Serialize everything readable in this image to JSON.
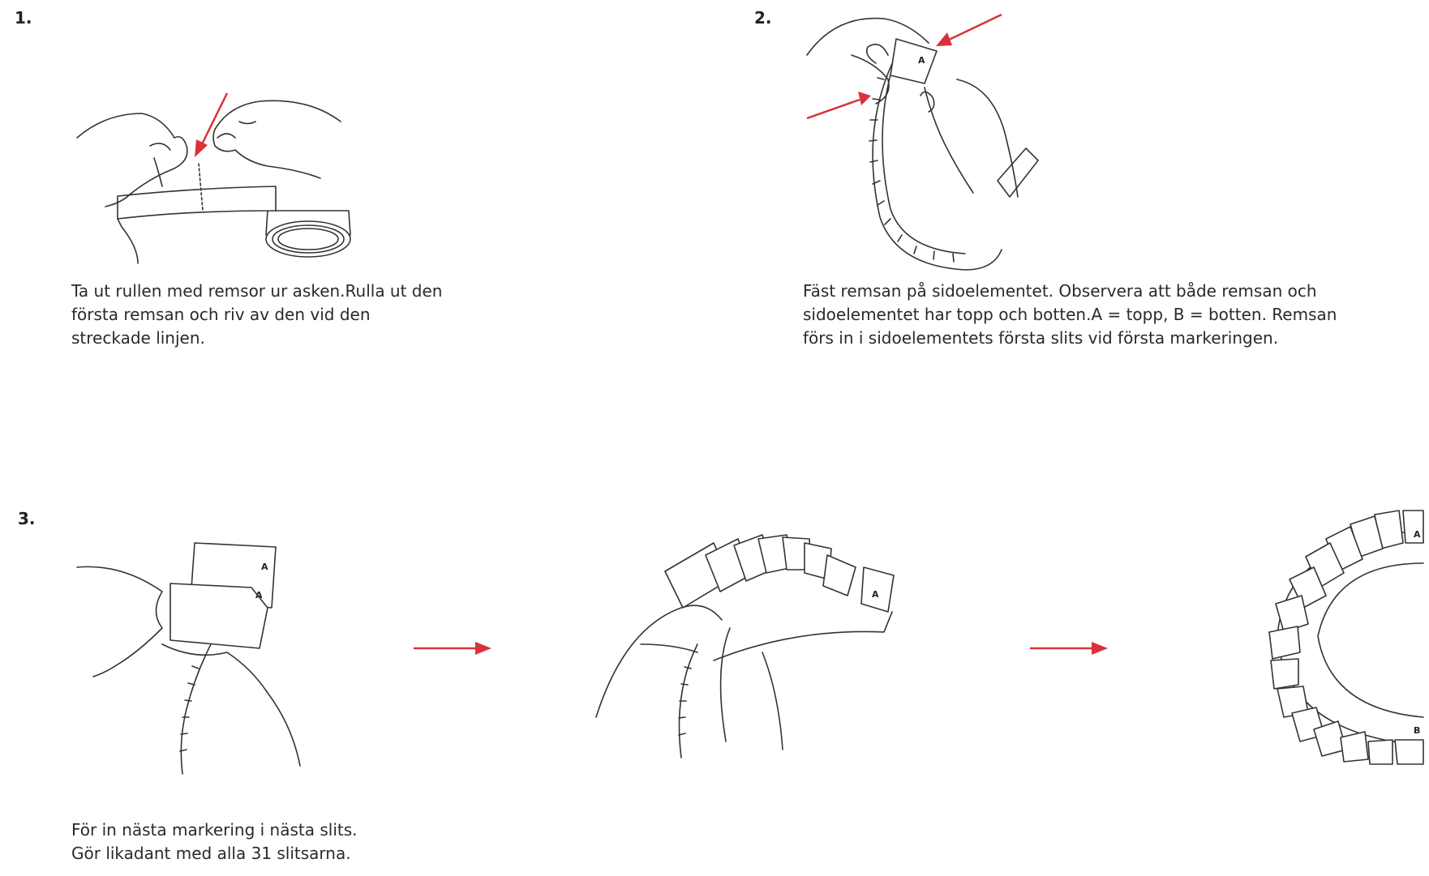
{
  "steps": [
    {
      "number": "1.",
      "caption": "Ta ut rullen med remsor ur asken.Rulla ut den första remsan och riv av den vid den streckade linjen."
    },
    {
      "number": "2.",
      "caption": "Fäst remsan på sidoelementet. Observera att både remsan och sidoelementet har topp och botten.A = topp, B = botten. Remsan förs in i sidoelementets första slits vid första markeringen."
    },
    {
      "number": "3.",
      "caption_line1": "För in nästa markering i nästa slits.",
      "caption_line2": "Gör likadant med alla 31 slitsarna."
    }
  ],
  "strip_labels": {
    "top": "A",
    "bottom": "B"
  },
  "colors": {
    "arrow": "#d9323a",
    "line": "#333333",
    "text": "#2a2a2a"
  },
  "icons": [
    "hands-tear-strip-illustration",
    "hands-attach-strip-illustration",
    "strip-insert-sequence-illustration",
    "red-arrow-icon"
  ]
}
